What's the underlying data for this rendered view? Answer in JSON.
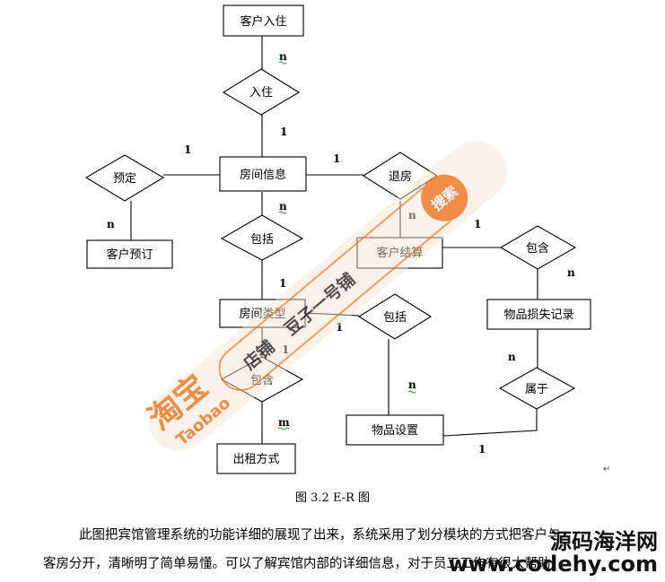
{
  "diagram": {
    "entities": {
      "kehu_ruzhu": "客户入住",
      "fangjian_xinxi": "房间信息",
      "kehu_yuding": "客户预订",
      "kehu_jiesuan": "客户结算",
      "fangjian_leixing": "房间类型",
      "wupin_sunshi": "物品损失记录",
      "wupin_shezhi": "物品设置",
      "chuzu_fangshi": "出租方式"
    },
    "relationships": {
      "ruzhu": "入住",
      "yuding": "预定",
      "tuifang": "退房",
      "baokuo1": "包括",
      "baohan1": "包含",
      "baokuo2": "包括",
      "baohan2": "包含",
      "shuyu": "属于"
    },
    "cardinalities": {
      "ruzhu_top": "n",
      "ruzhu_bottom": "1",
      "yuding_left": "1",
      "yuding_bottom": "n",
      "tuifang_left": "1",
      "tuifang_bottom": "n",
      "baokuo1_top": "n",
      "baokuo1_bottom": "1",
      "jiesuan_right": "1",
      "baohan1_bottom": "n",
      "leixing_baokuo2": "1",
      "leixing_baohan2": "1",
      "baokuo2_bottom": "n",
      "sunshi_bottom": "n",
      "baohan2_bottom": "m",
      "shezhi_right": "1"
    },
    "para_mark": "↵"
  },
  "caption": "图 3.2    E-R 图",
  "paragraph": {
    "line1": "此图把宾馆管理系统的功能详细的展现了出来，系统采用了划分模块的方式把客户与",
    "line2": "客房分开，清晰明了简单易懂。可以了解宾馆内部的详细信息，对于员工工作有很大帮助"
  },
  "watermark": {
    "shop_cn": "淘宝",
    "shop_en": "Taobao",
    "store": "店铺",
    "shop_name": "豆子一号铺",
    "search": "搜索",
    "site_cn": "源码海洋网",
    "site_en": "www.codehy.com"
  },
  "colors": {
    "watermark_orange": "#f07a2a",
    "watermark_pale": "#fbe3d1",
    "line": "#000000"
  }
}
